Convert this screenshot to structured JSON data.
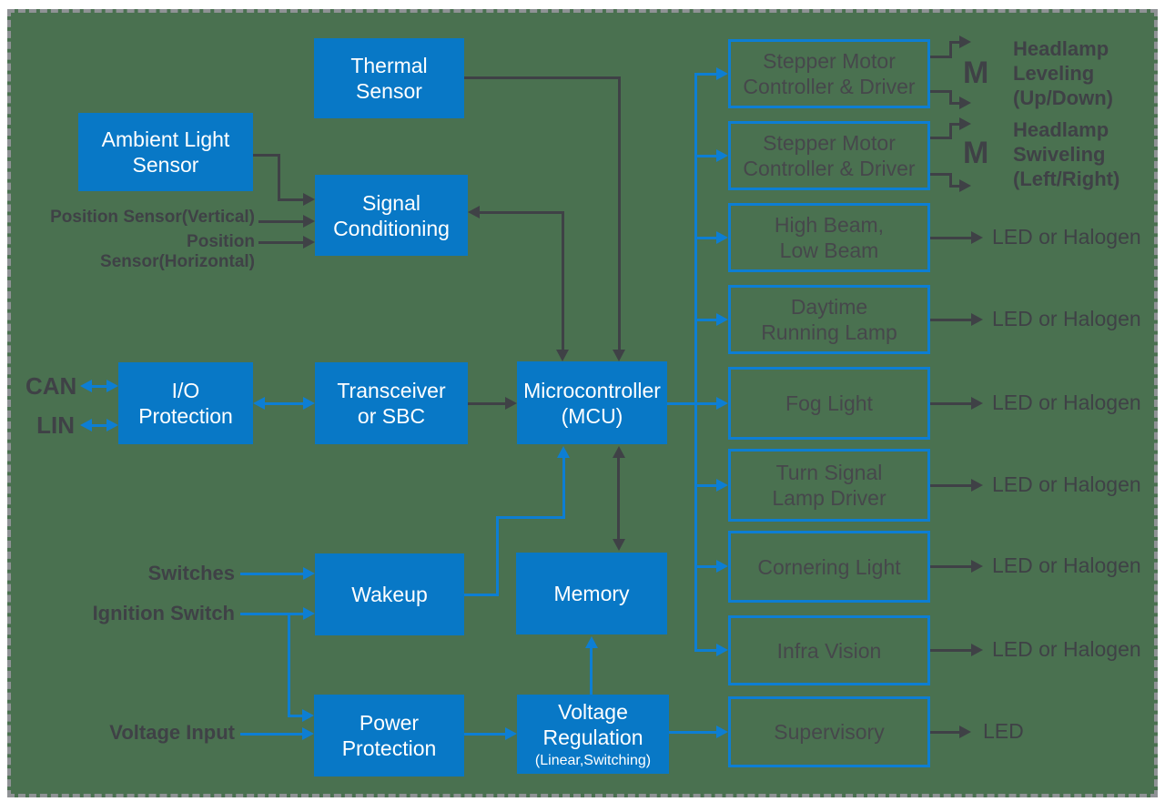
{
  "colors": {
    "background_green": "#4a7150",
    "block_fill_blue": "#0878c6",
    "connector_blue": "#0d7ed3",
    "connector_dark": "#3f4146",
    "frame_dash_gray": "#8f9295"
  },
  "blocks": {
    "thermal_sensor": "Thermal\nSensor",
    "ambient_light_sensor": "Ambient Light\nSensor",
    "signal_conditioning": "Signal\nConditioning",
    "io_protection": "I/O\nProtection",
    "transceiver": "Transceiver\nor SBC",
    "mcu": "Microcontroller\n(MCU)",
    "wakeup": "Wakeup",
    "memory": "Memory",
    "power_protection": "Power\nProtection",
    "voltage_regulation": "Voltage\nRegulation",
    "voltage_regulation_sub": "(Linear,Switching)"
  },
  "outputs": [
    "Stepper Motor\nController & Driver",
    "Stepper Motor\nController & Driver",
    "High Beam,\nLow Beam",
    "Daytime\nRunning Lamp",
    "Fog Light",
    "Turn Signal\nLamp Driver",
    "Cornering Light",
    "Infra Vision",
    "Supervisory"
  ],
  "inputs": {
    "position_vertical": "Position Sensor(Vertical)",
    "position_horizontal": "Position Sensor(Horizontal)",
    "can": "CAN",
    "lin": "LIN",
    "switches": "Switches",
    "ignition": "Ignition Switch",
    "voltage_input": "Voltage Input"
  },
  "loads": {
    "headlamp_leveling": "Headlamp\nLeveling\n(Up/Down)",
    "headlamp_swiveling": "Headlamp\nSwiveling\n(Left/Right)",
    "motor": "M",
    "led_or_halogen": "LED or Halogen",
    "led": "LED"
  }
}
